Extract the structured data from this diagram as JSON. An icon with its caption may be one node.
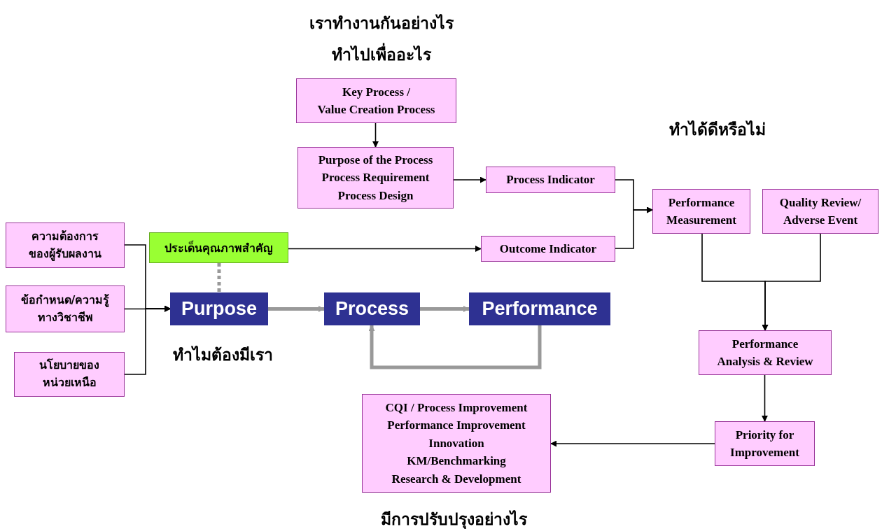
{
  "diagram": {
    "nodes": [
      {
        "text": [
          "Key Process /",
          "Value Creation Process"
        ]
      },
      {
        "text": [
          "Purpose of the Process",
          "Process Requirement",
          "Process Design"
        ]
      },
      {
        "text": [
          "Process Indicator"
        ]
      },
      {
        "text": [
          "Outcome Indicator"
        ]
      },
      {
        "text": [
          "Performance Measurement"
        ]
      },
      {
        "text": [
          "Quality Review/ Adverse Event"
        ]
      },
      {
        "text": [
          "Performance",
          "Analysis & Review"
        ]
      },
      {
        "text": [
          "Priority for Improvement"
        ]
      },
      {
        "text": [
          "CQI / Process Improvement",
          "Performance Improvement",
          "Innovation",
          "KM/Benchmarking",
          "Research & Development"
        ]
      },
      {
        "text": [
          "ความต้องการ",
          "ของผู้รับผลงาน"
        ]
      },
      {
        "text": [
          "ข้อกำหนด/ความรู้",
          "ทางวิชาชีพ"
        ]
      },
      {
        "text": [
          "นโยบายของ",
          "หน่วยเหนือ"
        ]
      },
      {
        "text": [
          "ประเด็นคุณภาพสำคัญ"
        ]
      },
      {
        "text": [
          "Purpose"
        ]
      },
      {
        "text": [
          "Process"
        ]
      },
      {
        "text": [
          "Performance"
        ]
      }
    ],
    "edges": [
      {
        "from": 0,
        "to": 1,
        "arrow": "to"
      },
      {
        "from": 1,
        "to": 2,
        "arrow": "to"
      },
      {
        "from": 2,
        "to": 4,
        "arrow": "to"
      },
      {
        "from": 3,
        "to": 4,
        "arrow": "to"
      },
      {
        "from": 12,
        "to": 3,
        "arrow": "to"
      },
      {
        "from": 9,
        "to": 13,
        "arrow": "to"
      },
      {
        "from": 10,
        "to": 13,
        "arrow": "to"
      },
      {
        "from": 11,
        "to": 13,
        "arrow": "to"
      },
      {
        "from": 12,
        "to": 13,
        "arrow": "none",
        "style": "dashed",
        "color": "#999999"
      },
      {
        "from": 13,
        "to": 14,
        "arrow": "to",
        "style": "thick",
        "color": "#999999"
      },
      {
        "from": 14,
        "to": 15,
        "arrow": "to",
        "style": "thick",
        "color": "#999999"
      },
      {
        "from": 15,
        "to": 14,
        "arrow": "to",
        "style": "thick",
        "color": "#999999"
      },
      {
        "from": 4,
        "to": 6,
        "arrow": "to"
      },
      {
        "from": 5,
        "to": 6,
        "arrow": "to"
      },
      {
        "from": 6,
        "to": 7,
        "arrow": "to"
      },
      {
        "from": 7,
        "to": 8,
        "arrow": "to"
      }
    ],
    "labels": [
      "เราทำงานกันอย่างไร",
      "ทำไปเพื่ออะไร",
      "ทำได้ดีหรือไม่",
      "ทำไมต้องมีเรา",
      "มีการปรับปรุงอย่างไร"
    ]
  }
}
